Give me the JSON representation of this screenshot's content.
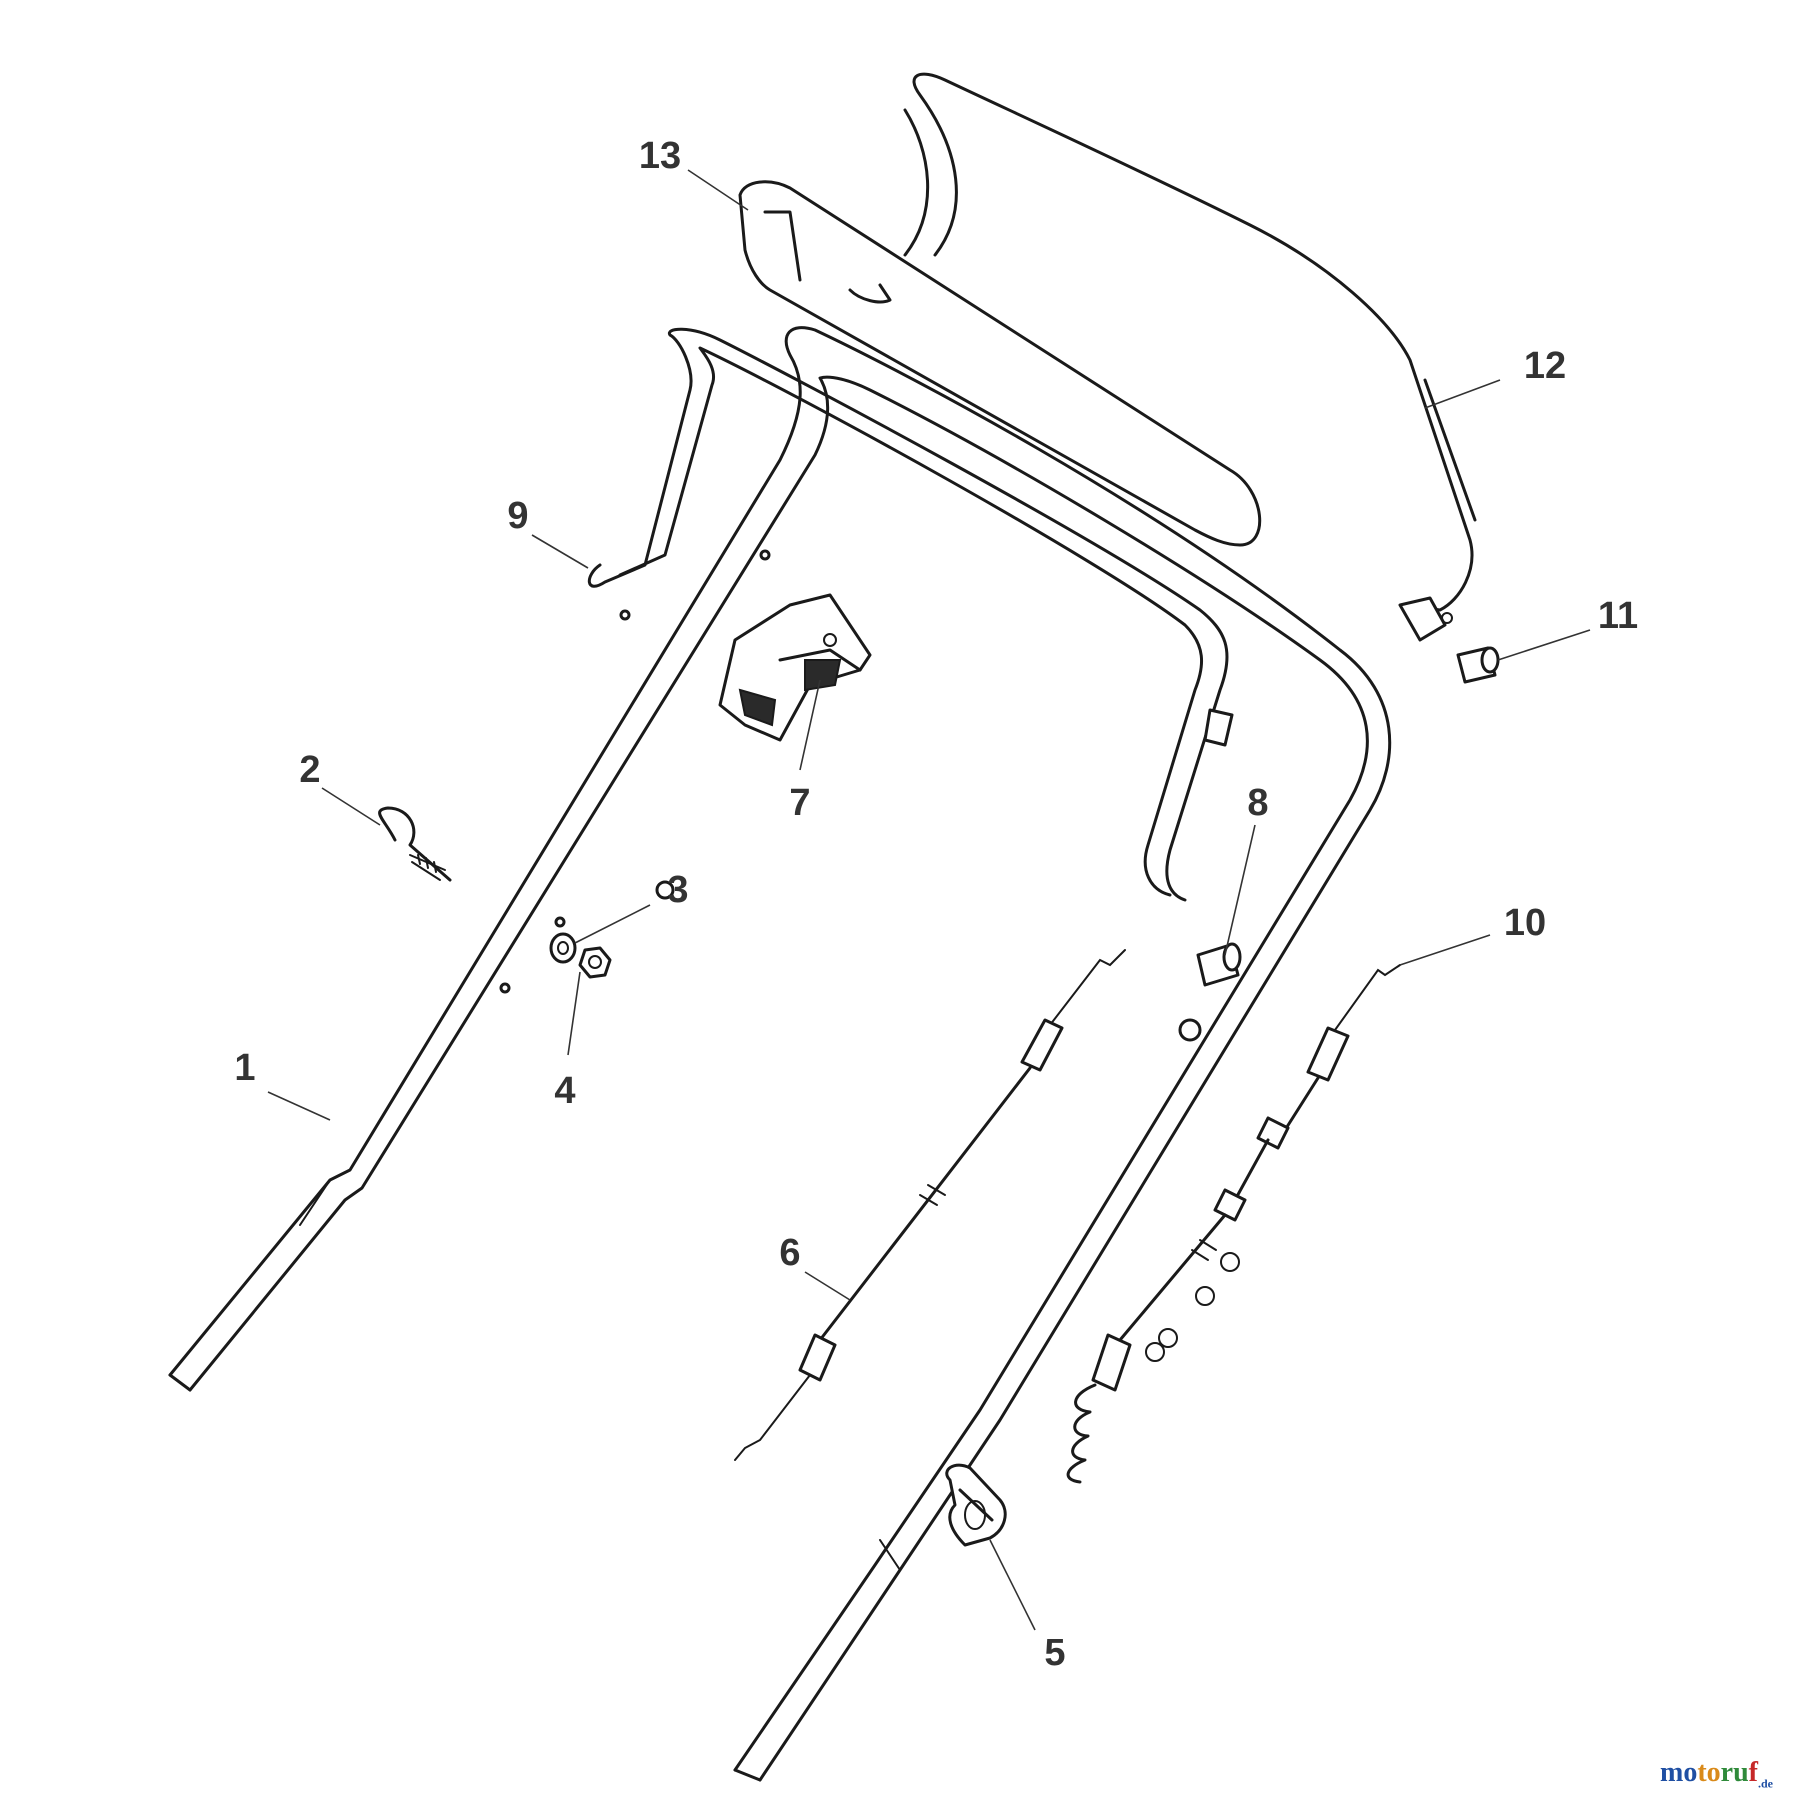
{
  "callouts": {
    "c1": "1",
    "c2": "2",
    "c3": "3",
    "c4": "4",
    "c5": "5",
    "c6": "6",
    "c7": "7",
    "c8": "8",
    "c9": "9",
    "c10": "10",
    "c11": "11",
    "c12": "12",
    "c13": "13"
  },
  "brand": {
    "p1": "mo",
    "p2": "to",
    "p3": "ru",
    "p4": "f",
    "tld": ".de"
  },
  "colors": {
    "line": "#1a1a1a",
    "label": "#333333",
    "brand_blue": "#1f4fa3",
    "brand_orange": "#d98a1a",
    "brand_green": "#2f8a3a",
    "brand_red": "#c62828"
  }
}
